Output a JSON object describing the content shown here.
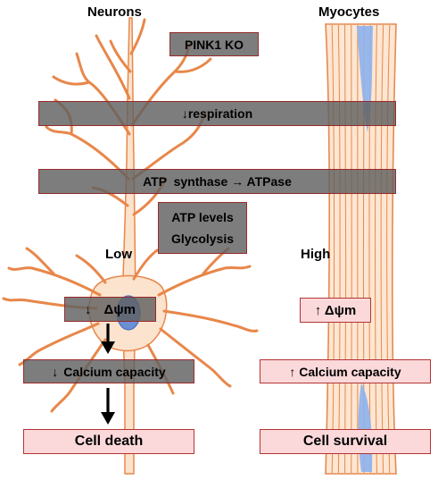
{
  "headers": {
    "left": "Neurons",
    "right": "Myocytes"
  },
  "pink1": "PINK1 KO",
  "respiration": "↓respiration",
  "atp_synthase": "ATP  synthase → ATPase",
  "atp_levels": "ATP levels",
  "glycolysis": "Glycolysis",
  "low_label": "Low",
  "high_label": "High",
  "neuron_dpsi": "Δψm",
  "myocyte_dpsi": "↑ Δψm",
  "neuron_calcium": "Calcium capacity",
  "myocyte_calcium": "↑ Calcium capacity",
  "cell_death": "Cell death",
  "cell_survival": "Cell survival",
  "down_arrow": "↓",
  "colors": {
    "neuron_fill": "#fbe3cd",
    "neuron_stroke": "#e8874a",
    "fiber_stroke": "#e58a4e",
    "nucleus": "#6b8fd6",
    "myocyte_blue": "#8db2ee",
    "dark_box": "#606060",
    "box_border": "#b43434",
    "pink_box": "#fbd9da"
  }
}
